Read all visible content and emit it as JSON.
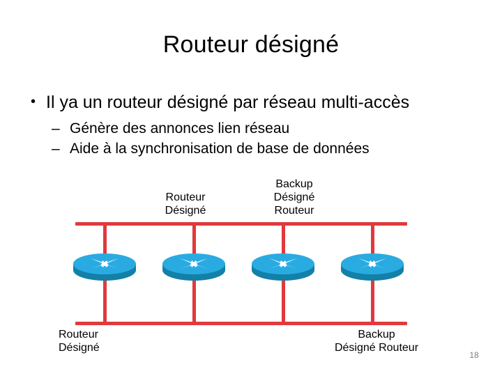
{
  "slide": {
    "title": "Routeur désigné",
    "number": "18",
    "bullets": {
      "level1": "Il ya un routeur désigné par réseau multi-accès",
      "level2": [
        "Génère des annonces lien réseau",
        "Aide à la synchronisation de base de données"
      ]
    },
    "diagram": {
      "callout_top_left": "Routeur\nDésigné",
      "callout_top_right": "Backup\nDésigné\nRouteur",
      "callout_bottom_left": "Routeur\nDésigné",
      "callout_bottom_right": "Backup\nDésigné  Routeur",
      "routers": [
        {
          "name": "router-1"
        },
        {
          "name": "router-2"
        },
        {
          "name": "router-3"
        },
        {
          "name": "router-4"
        }
      ],
      "colors": {
        "bus_line": "#e03a3e",
        "router_top": "#29abe2",
        "router_body": "#1380a8",
        "router_arrow": "#ffffff",
        "text": "#000000",
        "slide_number": "#808080"
      }
    }
  }
}
